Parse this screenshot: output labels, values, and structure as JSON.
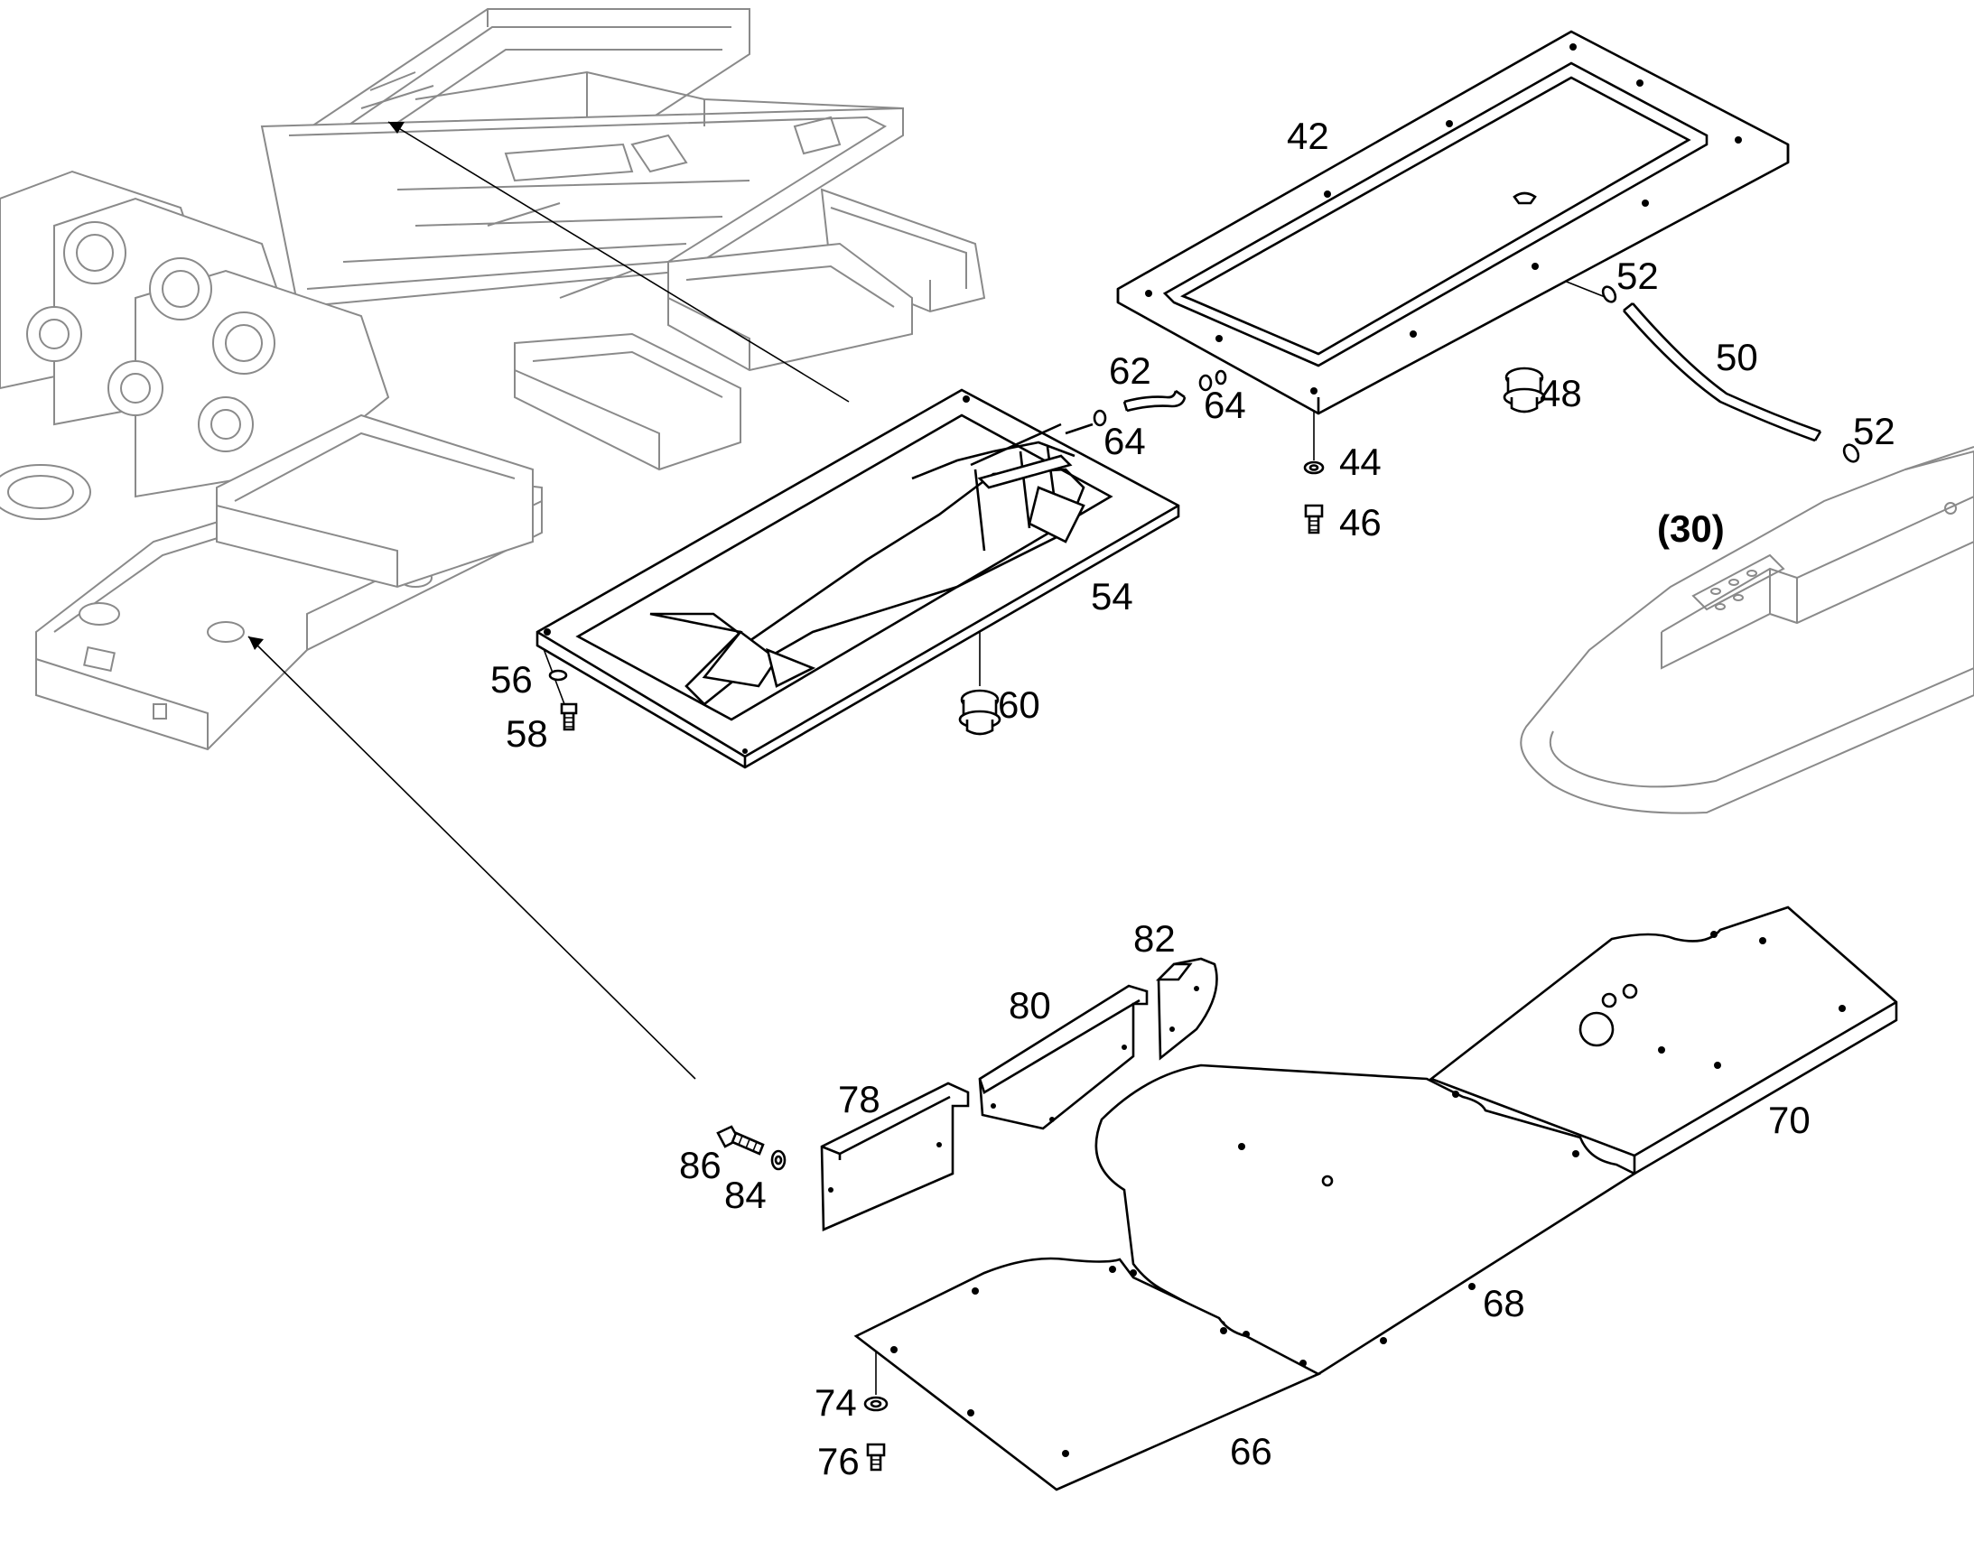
{
  "colors": {
    "line_part": "#000000",
    "line_frame": "#8a8a8a",
    "background": "#ffffff"
  },
  "callouts": {
    "p42": "42",
    "p44": "44",
    "p46": "46",
    "p48": "48",
    "p50": "50",
    "p52a": "52",
    "p52b": "52",
    "p54": "54",
    "p56": "56",
    "p58": "58",
    "p60": "60",
    "p62": "62",
    "p64a": "64",
    "p64b": "64",
    "p66": "66",
    "p68": "68",
    "p70": "70",
    "p74": "74",
    "p76": "76",
    "p78": "78",
    "p80": "80",
    "p82": "82",
    "p84": "84",
    "p86": "86",
    "ref30": "(30)"
  }
}
